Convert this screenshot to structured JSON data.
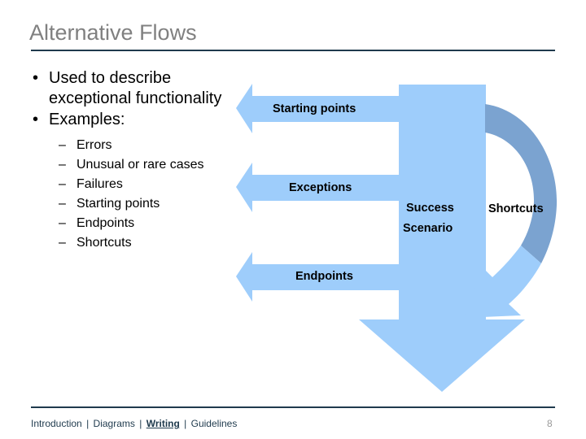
{
  "slide": {
    "title": "Alternative Flows",
    "title_color": "#808080",
    "rule_color": "#1F3A4D",
    "background": "#FFFFFF"
  },
  "body": {
    "bullets": [
      {
        "mark": "•",
        "text": "Used to describe exceptional functionality"
      },
      {
        "mark": "•",
        "text": "Examples:"
      }
    ],
    "sub_bullets": [
      {
        "mark": "–",
        "text": "Errors"
      },
      {
        "mark": "–",
        "text": "Unusual or rare cases"
      },
      {
        "mark": "–",
        "text": "Failures"
      },
      {
        "mark": "–",
        "text": "Starting points"
      },
      {
        "mark": "–",
        "text": "Endpoints"
      },
      {
        "mark": "–",
        "text": "Shortcuts"
      }
    ]
  },
  "diagram": {
    "arrow_fill": "#9ECDFB",
    "arrow_fill_dark": "#7BA3D0",
    "label_color": "#000000",
    "shapes": [
      {
        "name": "starting-points-arrow",
        "direction": "left",
        "label": "Starting points"
      },
      {
        "name": "exceptions-arrow",
        "direction": "left",
        "label": "Exceptions"
      },
      {
        "name": "endpoints-arrow",
        "direction": "left",
        "label": "Endpoints"
      },
      {
        "name": "success-scenario-arrow",
        "direction": "down",
        "label_line1": "Success",
        "label_line2": "Scenario"
      },
      {
        "name": "shortcuts-arrow",
        "direction": "curved-down",
        "label": "Shortcuts"
      }
    ],
    "labels": {
      "starting_points": "Starting points",
      "exceptions": "Exceptions",
      "endpoints": "Endpoints",
      "success_line1": "Success",
      "success_line2": "Scenario",
      "shortcuts": "Shortcuts"
    }
  },
  "footer": {
    "nav": [
      {
        "label": "Introduction",
        "active": false
      },
      {
        "label": "Diagrams",
        "active": false
      },
      {
        "label": "Writing",
        "active": true
      },
      {
        "label": "Guidelines",
        "active": false
      }
    ],
    "separator": "|",
    "page_number": "8",
    "text_color": "#1F3A4D",
    "page_number_color": "#9A9A9A"
  }
}
